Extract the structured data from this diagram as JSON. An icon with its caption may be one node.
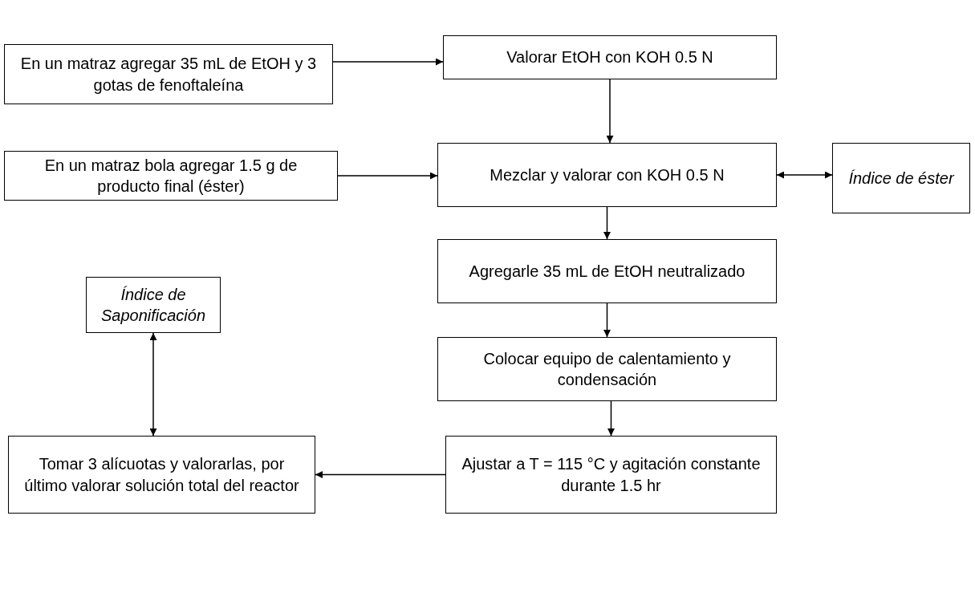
{
  "diagram": {
    "nodes": [
      {
        "text": [
          "En un matraz agregar 35 mL de EtOH y 3 gotas de fenoftaleína"
        ]
      },
      {
        "text": [
          "Valorar EtOH con KOH 0.5 N"
        ]
      },
      {
        "text": [
          "En un matraz bola agregar 1.5 g de producto final (éster)"
        ]
      },
      {
        "text": [
          "Mezclar y valorar con KOH 0.5 N"
        ]
      },
      {
        "text": [
          "Índice de éster"
        ]
      },
      {
        "text": [
          "Agregarle 35 mL de EtOH neutralizado"
        ]
      },
      {
        "text": [
          "Índice de Saponificación"
        ]
      },
      {
        "text": [
          "Colocar equipo de calentamiento y condensación"
        ]
      },
      {
        "text": [
          "Tomar 3 alícuotas y valorarlas, por último valorar solución total del reactor"
        ]
      },
      {
        "text": [
          "Ajustar a T = 115 °C y agitación constante durante 1.5 hr"
        ]
      }
    ],
    "edges": [
      {
        "from": 0,
        "to": 1,
        "arrow": "to"
      },
      {
        "from": 1,
        "to": 3,
        "arrow": "to"
      },
      {
        "from": 2,
        "to": 3,
        "arrow": "to"
      },
      {
        "from": 3,
        "to": 4,
        "arrow": "both"
      },
      {
        "from": 3,
        "to": 5,
        "arrow": "to"
      },
      {
        "from": 5,
        "to": 7,
        "arrow": "to"
      },
      {
        "from": 7,
        "to": 9,
        "arrow": "to"
      },
      {
        "from": 9,
        "to": 8,
        "arrow": "to"
      },
      {
        "from": 6,
        "to": 8,
        "arrow": "both"
      }
    ]
  }
}
